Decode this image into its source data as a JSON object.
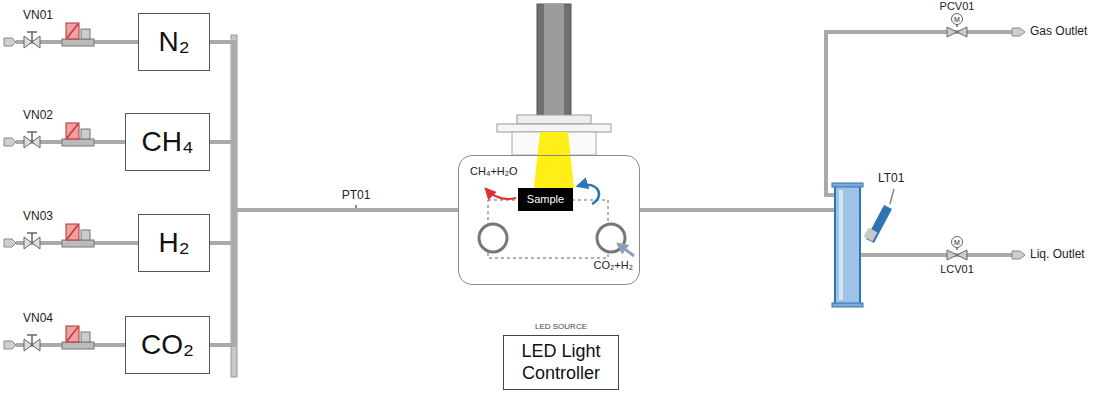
{
  "diagram": {
    "nodes": [
      {
        "text": [
          "N₂"
        ]
      },
      {
        "text": [
          "CH₄"
        ]
      },
      {
        "text": [
          "H₂"
        ]
      },
      {
        "text": [
          "CO₂"
        ]
      },
      {
        "text": [
          "CH₄+H₂O",
          "CO₂+H₂"
        ]
      },
      {
        "text": [
          "Sample"
        ],
        "in": 4
      },
      {
        "text": [
          "LED SOURCE",
          "LED Light Controller"
        ]
      }
    ],
    "edges": [
      {
        "from": 0,
        "to": 4,
        "arrow": "none"
      },
      {
        "from": 1,
        "to": 4,
        "arrow": "none"
      },
      {
        "from": 2,
        "to": 4,
        "arrow": "none"
      },
      {
        "from": 3,
        "to": 4,
        "arrow": "none"
      }
    ],
    "labels": [
      "VN01",
      "VN02",
      "VN03",
      "VN04",
      "PT01",
      "LT01",
      "PCV01",
      "M",
      "Gas Outlet",
      "LCV01",
      "M",
      "Liq. Outlet"
    ]
  }
}
